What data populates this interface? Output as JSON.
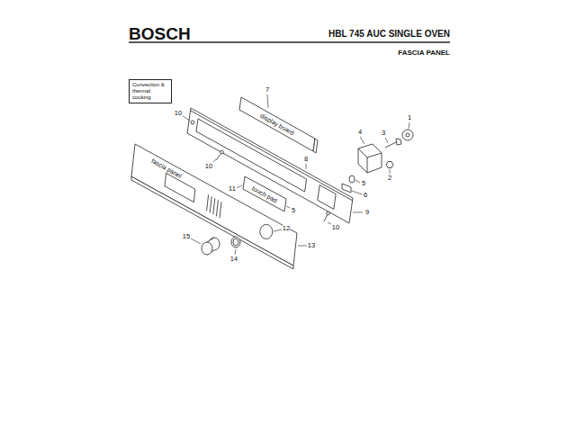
{
  "diagram": {
    "title": "HBL 745 AUC SINGLE OVEN",
    "nodes": [
      {
        "text": [
          "Convection & thermal cooking"
        ]
      }
    ],
    "labels": [
      "BOSCH",
      "FASCIA PANEL",
      "7",
      "10",
      "display board",
      "8",
      "4",
      "3",
      "1",
      "10",
      "2",
      "5",
      "6",
      "11",
      "touch pad",
      "5",
      "9",
      "10",
      "fascia panel",
      "12",
      "13",
      "15",
      "14"
    ]
  }
}
